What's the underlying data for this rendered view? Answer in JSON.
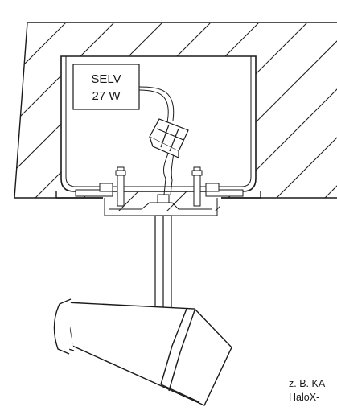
{
  "driver_label": {
    "line1": "SELV",
    "line2": "27 W"
  },
  "caption": {
    "line1": "z. B. KA",
    "line2": "HaloX-"
  },
  "colors": {
    "stroke": "#1a1a1a",
    "background": "#ffffff"
  }
}
